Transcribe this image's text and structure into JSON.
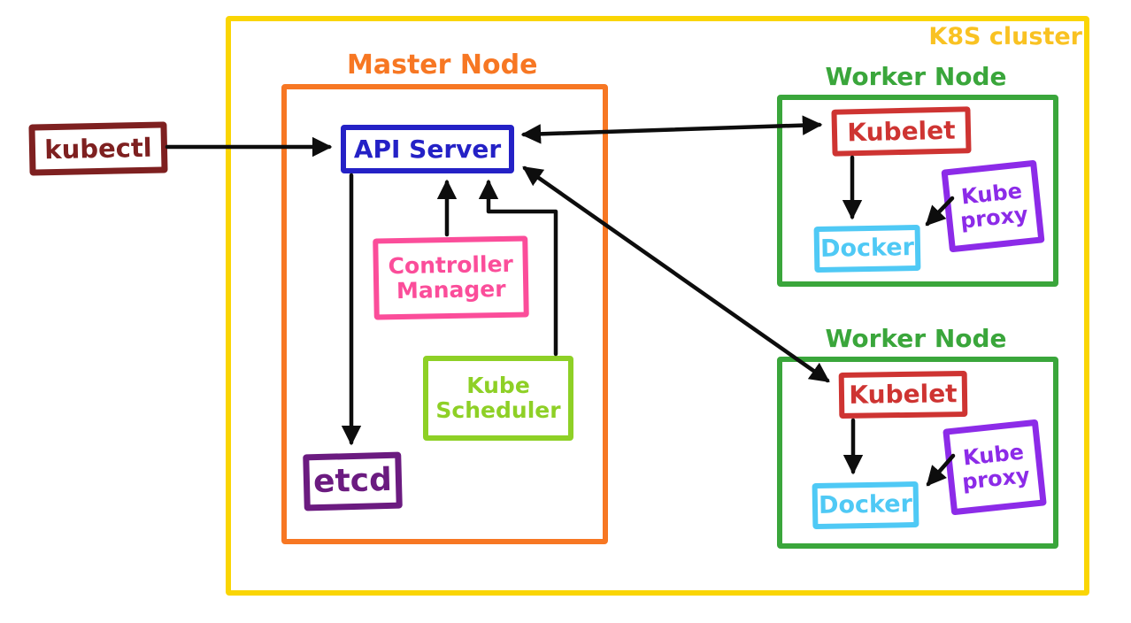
{
  "colors": {
    "kubectl": "#7E2020",
    "master": "#F77723",
    "api": "#2421C6",
    "controller": "#FB4D9A",
    "scheduler": "#8ED026",
    "etcd": "#6B1B80",
    "cluster_border": "#FAD504",
    "cluster_label": "#F9C222",
    "worker": "#3AA63B",
    "kubelet": "#CE3432",
    "docker": "#4FC9F5",
    "proxy": "#8C2BE8",
    "arrow": "#0D0D0D"
  },
  "labels": {
    "cluster": "K8S cluster",
    "kubectl": "kubectl",
    "master": "Master Node",
    "api_server": "API Server",
    "controller_manager": "Controller\nManager",
    "kube_scheduler": "Kube\nScheduler",
    "etcd": "etcd",
    "worker1": {
      "title": "Worker Node",
      "kubelet": "Kubelet",
      "kube_proxy": "Kube\nproxy",
      "docker": "Docker"
    },
    "worker2": {
      "title": "Worker Node",
      "kubelet": "Kubelet",
      "kube_proxy": "Kube\nproxy",
      "docker": "Docker"
    }
  }
}
